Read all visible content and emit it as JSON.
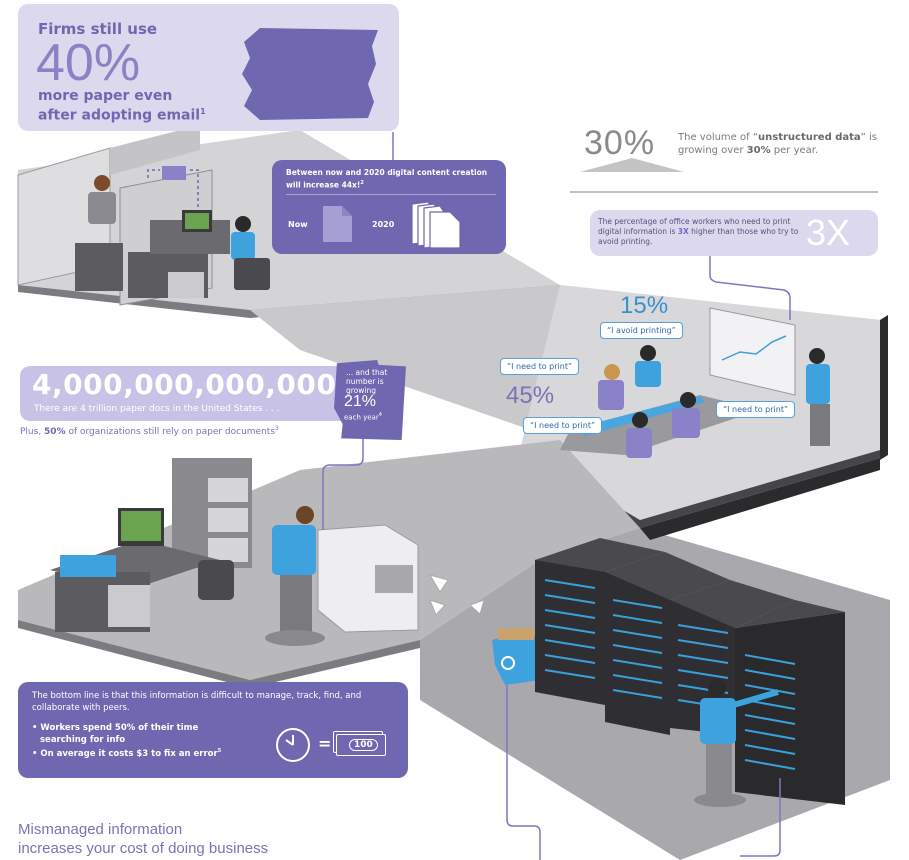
{
  "paper_stat": {
    "line1": "Firms still use",
    "big": "40%",
    "line3": "more paper even",
    "line4": "after adopting email",
    "sup": "1"
  },
  "digital_content": {
    "text": "Between now and 2020 digital content creation will increase 44x!",
    "sup": "2",
    "now_label": "Now",
    "future_label": "2020"
  },
  "unstructured": {
    "big": "30%",
    "text_pre": "The volume of “",
    "bold1": "unstructured data",
    "text_mid": "” is growing over ",
    "bold2": "30%",
    "text_post": " per year."
  },
  "print_ratio": {
    "text_pre": "The percentage of office workers who need to print digital information is ",
    "highlight": "3X",
    "text_post": " higher than those who try to avoid printing.",
    "big": "3X"
  },
  "meeting": {
    "pct_avoid": "15%",
    "pct_need": "45%",
    "bubbles": [
      "“I avoid printing”",
      "“I need to print”",
      "“I need to print”",
      "“I need to print”"
    ]
  },
  "paper_docs": {
    "big": "4,000,000,000,000",
    "sub": "There are 4 trillion paper docs in the United States . . .",
    "plus_pre": "Plus, ",
    "plus_bold": "50%",
    "plus_post": " of organizations still rely on paper documents",
    "plus_sup": "3",
    "growth_l1": "... and that",
    "growth_l2": "number is",
    "growth_l3": "growing",
    "growth_pct": "21%",
    "growth_l4": "each year",
    "growth_sup": "4"
  },
  "bottom_line": {
    "intro": "The bottom line is that this information is difficult to manage, track, find, and collaborate with peers.",
    "bullet1": "Workers spend 50% of their time searching for info",
    "bullet2": "On average it costs $3 to fix an error",
    "bullet2_sup": "5",
    "equals": "=",
    "bill_value": "100"
  },
  "footer": {
    "line1": "Mismanaged information",
    "line2": "increases your cost of doing business"
  },
  "colors": {
    "purple_dark": "#6f67b0",
    "purple_light": "#dcd9ee",
    "accent_blue": "#3aa0dc",
    "floor_gray": "#b5b5b8"
  }
}
